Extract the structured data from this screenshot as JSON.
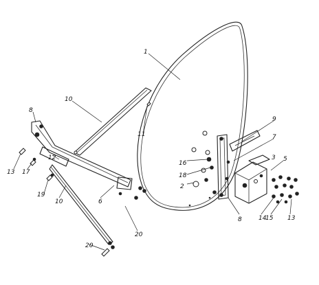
{
  "callouts": {
    "c1": "1",
    "c2": "2",
    "c3": "3",
    "c5": "5",
    "c6": "6",
    "c7": "7",
    "c8_top": "8",
    "c8_bottom": "8",
    "c9": "9",
    "c10_top": "10",
    "c10_bottom": "10",
    "c11": "11",
    "c12": "12",
    "c13_left": "13",
    "c13_right": "13",
    "c14": "14",
    "c15": "15",
    "c16": "16",
    "c17": "17",
    "c18": "18",
    "c19": "19",
    "c20_mid": "20",
    "c20_bottom": "20"
  }
}
